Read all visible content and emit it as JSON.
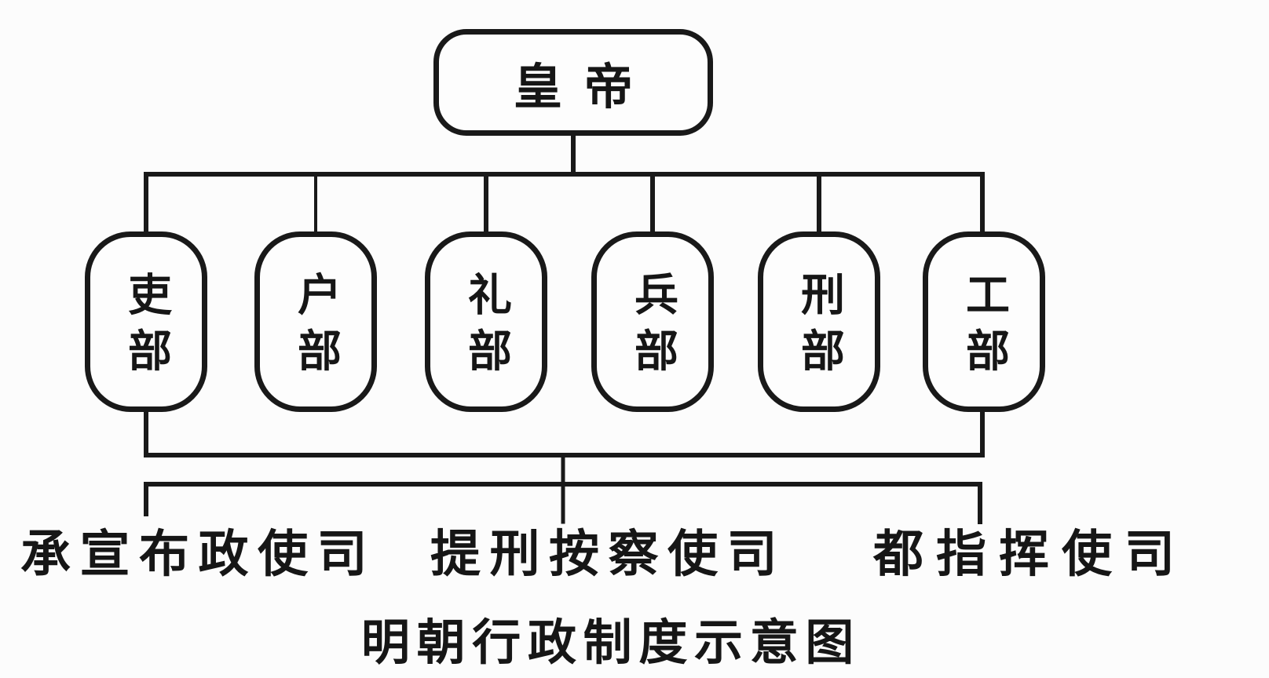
{
  "diagram": {
    "caption": "明朝行政制度示意图",
    "root": {
      "label": "皇帝"
    },
    "ministries": [
      {
        "label": "吏部"
      },
      {
        "label": "户部"
      },
      {
        "label": "礼部"
      },
      {
        "label": "兵部"
      },
      {
        "label": "刑部"
      },
      {
        "label": "工部"
      }
    ],
    "commissions": [
      {
        "label": "承宣布政使司"
      },
      {
        "label": "提刑按察使司"
      },
      {
        "label": "都指挥使司"
      }
    ],
    "colors": {
      "ink": "#191919",
      "background": "#fcfcfc"
    }
  }
}
